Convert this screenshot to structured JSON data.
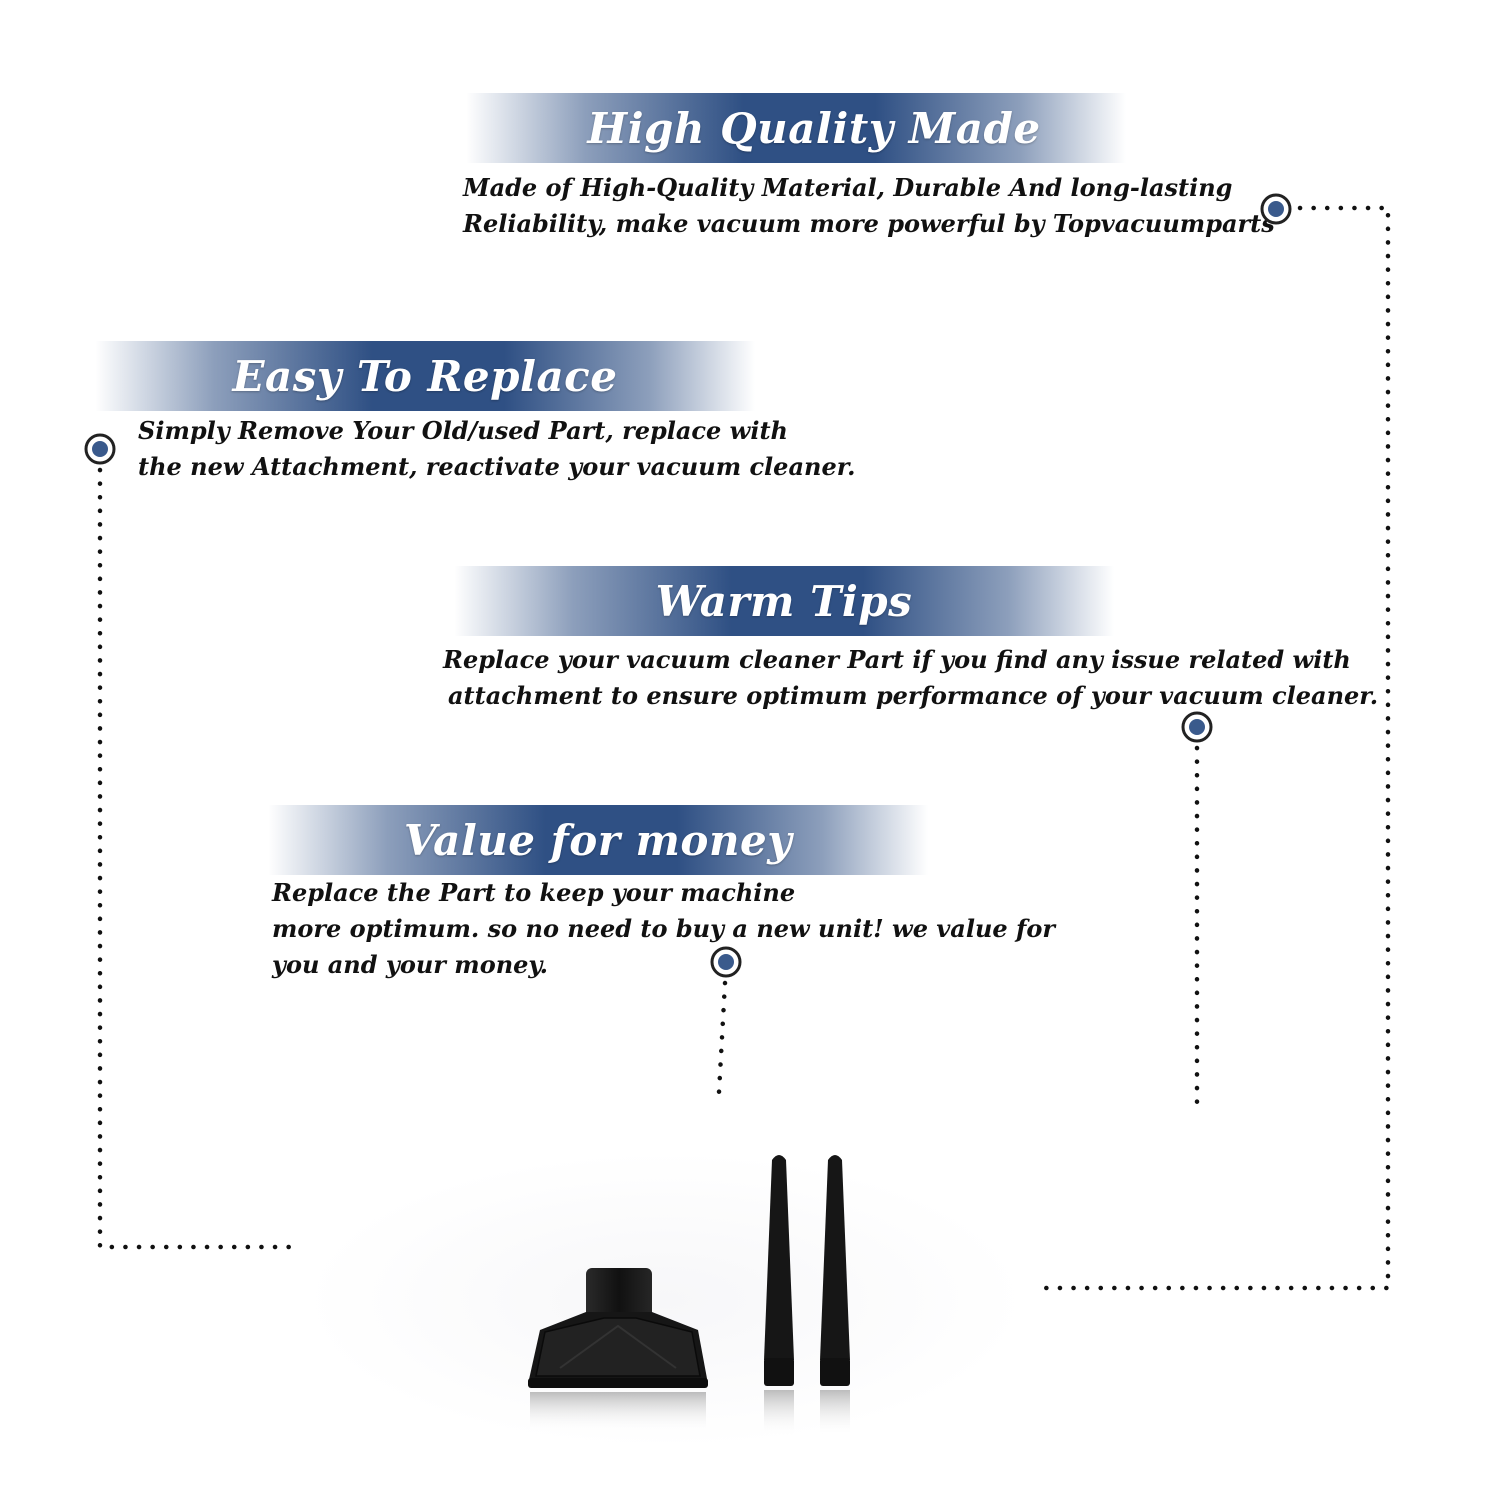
{
  "sections": [
    {
      "title": "High Quality Made",
      "lines": [
        "Made of  High-Quality Material, Durable And long-lasting",
        "Reliability, make vacuum more powerful by Topvacuumparts"
      ]
    },
    {
      "title": "Easy To Replace",
      "lines": [
        "Simply Remove Your Old/used Part, replace with",
        "the new Attachment, reactivate your vacuum cleaner."
      ]
    },
    {
      "title": "Warm Tips",
      "lines": [
        "Replace your vacuum cleaner Part if you find any issue related with",
        "attachment to ensure optimum performance of your vacuum cleaner."
      ]
    },
    {
      "title": "Value for money",
      "lines": [
        "Replace the Part to keep your machine",
        "more optimum. so no need to buy a new unit! we value for",
        "you and your money."
      ]
    }
  ],
  "colors": {
    "banner": "#2f5084",
    "marker": "#3a5a8c",
    "text": "#111111",
    "product": "#141414"
  },
  "icons": {
    "marker": "target-marker-icon",
    "product": "vacuum-attachment-image"
  }
}
